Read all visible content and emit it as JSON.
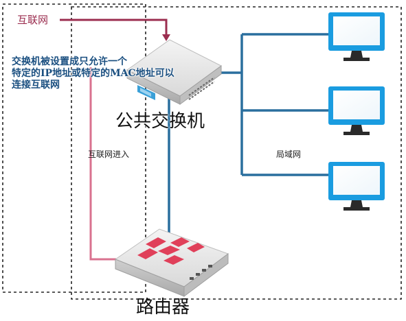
{
  "labels": {
    "internet": "互联网",
    "note_line1": "交换机被设置成只允许一个",
    "note_line2": "特定的IP地址或特定的MAC地址可以",
    "note_line3": "连接互联网",
    "switch": "公共交换机",
    "internet_inbound": "互联网进入",
    "lan": "局域网",
    "router": "路由器"
  },
  "colors": {
    "internet_line": "#9b2d4f",
    "inbound_line": "#d9728f",
    "lan_line": "#2a6f9e",
    "monitor": "#1a9ce0",
    "router_logo": "#e0405a"
  },
  "icons": {
    "switch": "network-switch-icon",
    "router": "router-icon",
    "monitor": "monitor-icon"
  }
}
